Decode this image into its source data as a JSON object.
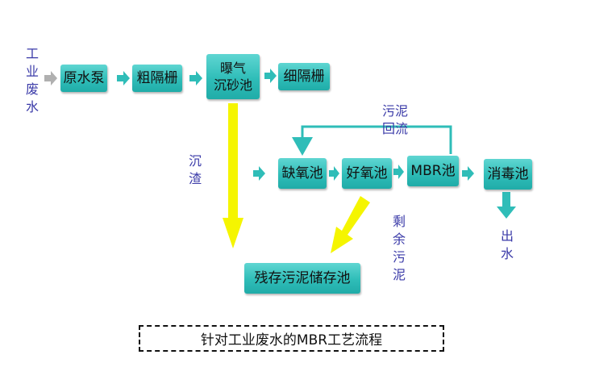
{
  "input_label": "工业废水",
  "nodes": {
    "raw_pump": "原水泵",
    "coarse_screen": "粗隔栅",
    "aerated_grit_line1": "曝气",
    "aerated_grit_line2": "沉砂池",
    "fine_screen": "细隔栅",
    "anoxic": "缺氧池",
    "aerobic": "好氧池",
    "mbr": "MBR池",
    "disinfection": "消毒池",
    "sludge_storage": "残存污泥储存池"
  },
  "labels": {
    "sludge_return_line1": "污泥",
    "sludge_return_line2": "回流",
    "settled_slag": "沉渣",
    "excess_sludge": "剩余污泥",
    "effluent": "出水"
  },
  "caption": "针对工业废水的MBR工艺流程",
  "colors": {
    "box_fill": "#2fbdb8",
    "arrow_teal": "#2fbdb8",
    "arrow_yellow": "#f5f500",
    "arrow_gray": "#b0b0b0",
    "label_text": "#3a3aa8"
  }
}
